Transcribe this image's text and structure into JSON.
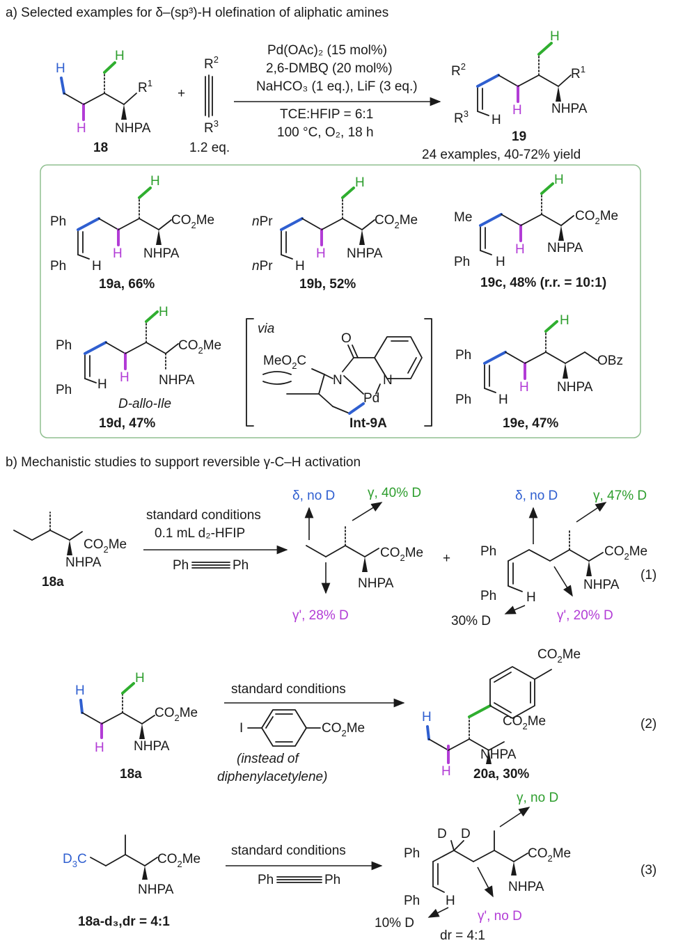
{
  "section_a": {
    "title": "a) Selected examples for δ–(sp³)-H olefination of aliphatic amines",
    "conditions": [
      "Pd(OAc)₂ (15 mol%)",
      "2,6-DMBQ (20 mol%)",
      "NaHCO₃ (1 eq.),  LiF (3 eq.)",
      "TCE:HFIP = 6:1",
      "100 °C, O₂, 18 h"
    ],
    "reactant_label": "18",
    "alkyne_equiv": "1.2 eq.",
    "product_label": "19",
    "product_note": "24 examples, 40-72% yield",
    "examples": {
      "e19a": "19a, 66%",
      "e19b": "19b, 52%",
      "e19c": "19c, 48% (r.r. = 10:1)",
      "e19d": "19d, 47%",
      "e19d_note": "D-allo-Ile",
      "e19e": "19e, 47%",
      "via": "via",
      "int": "Int-9A"
    }
  },
  "section_b": {
    "title": "b) Mechanistic studies to support reversible γ-C–H activation",
    "eq1": {
      "conditions": [
        "standard conditions",
        "0.1 mL d₂-HFIP"
      ],
      "label": "18a",
      "p1": {
        "delta": "δ, no D",
        "gamma": "γ, 40% D",
        "gamma_prime": "γ', 28% D"
      },
      "p2": {
        "delta": "δ, no D",
        "gamma": "γ, 47% D",
        "gamma_prime": "γ', 20% D",
        "vinyl": "30% D"
      },
      "number": "(1)"
    },
    "eq2": {
      "conditions": "standard conditions",
      "note": [
        "(instead of",
        "diphenylacetylene)"
      ],
      "label": "18a",
      "product": "20a, 30%",
      "number": "(2)"
    },
    "eq3": {
      "conditions": "standard conditions",
      "label": "18a-d₃,dr = 4:1",
      "gamma": "γ, no D",
      "gamma_prime": "γ', no D",
      "vinyl": "10% D",
      "dr": "dr = 4:1",
      "number": "(3)"
    }
  },
  "colors": {
    "delta": "#2f5fd0",
    "gamma": "#2fae2f",
    "gamma_prime": "#b23cd6",
    "box": "#8fbf8f"
  }
}
